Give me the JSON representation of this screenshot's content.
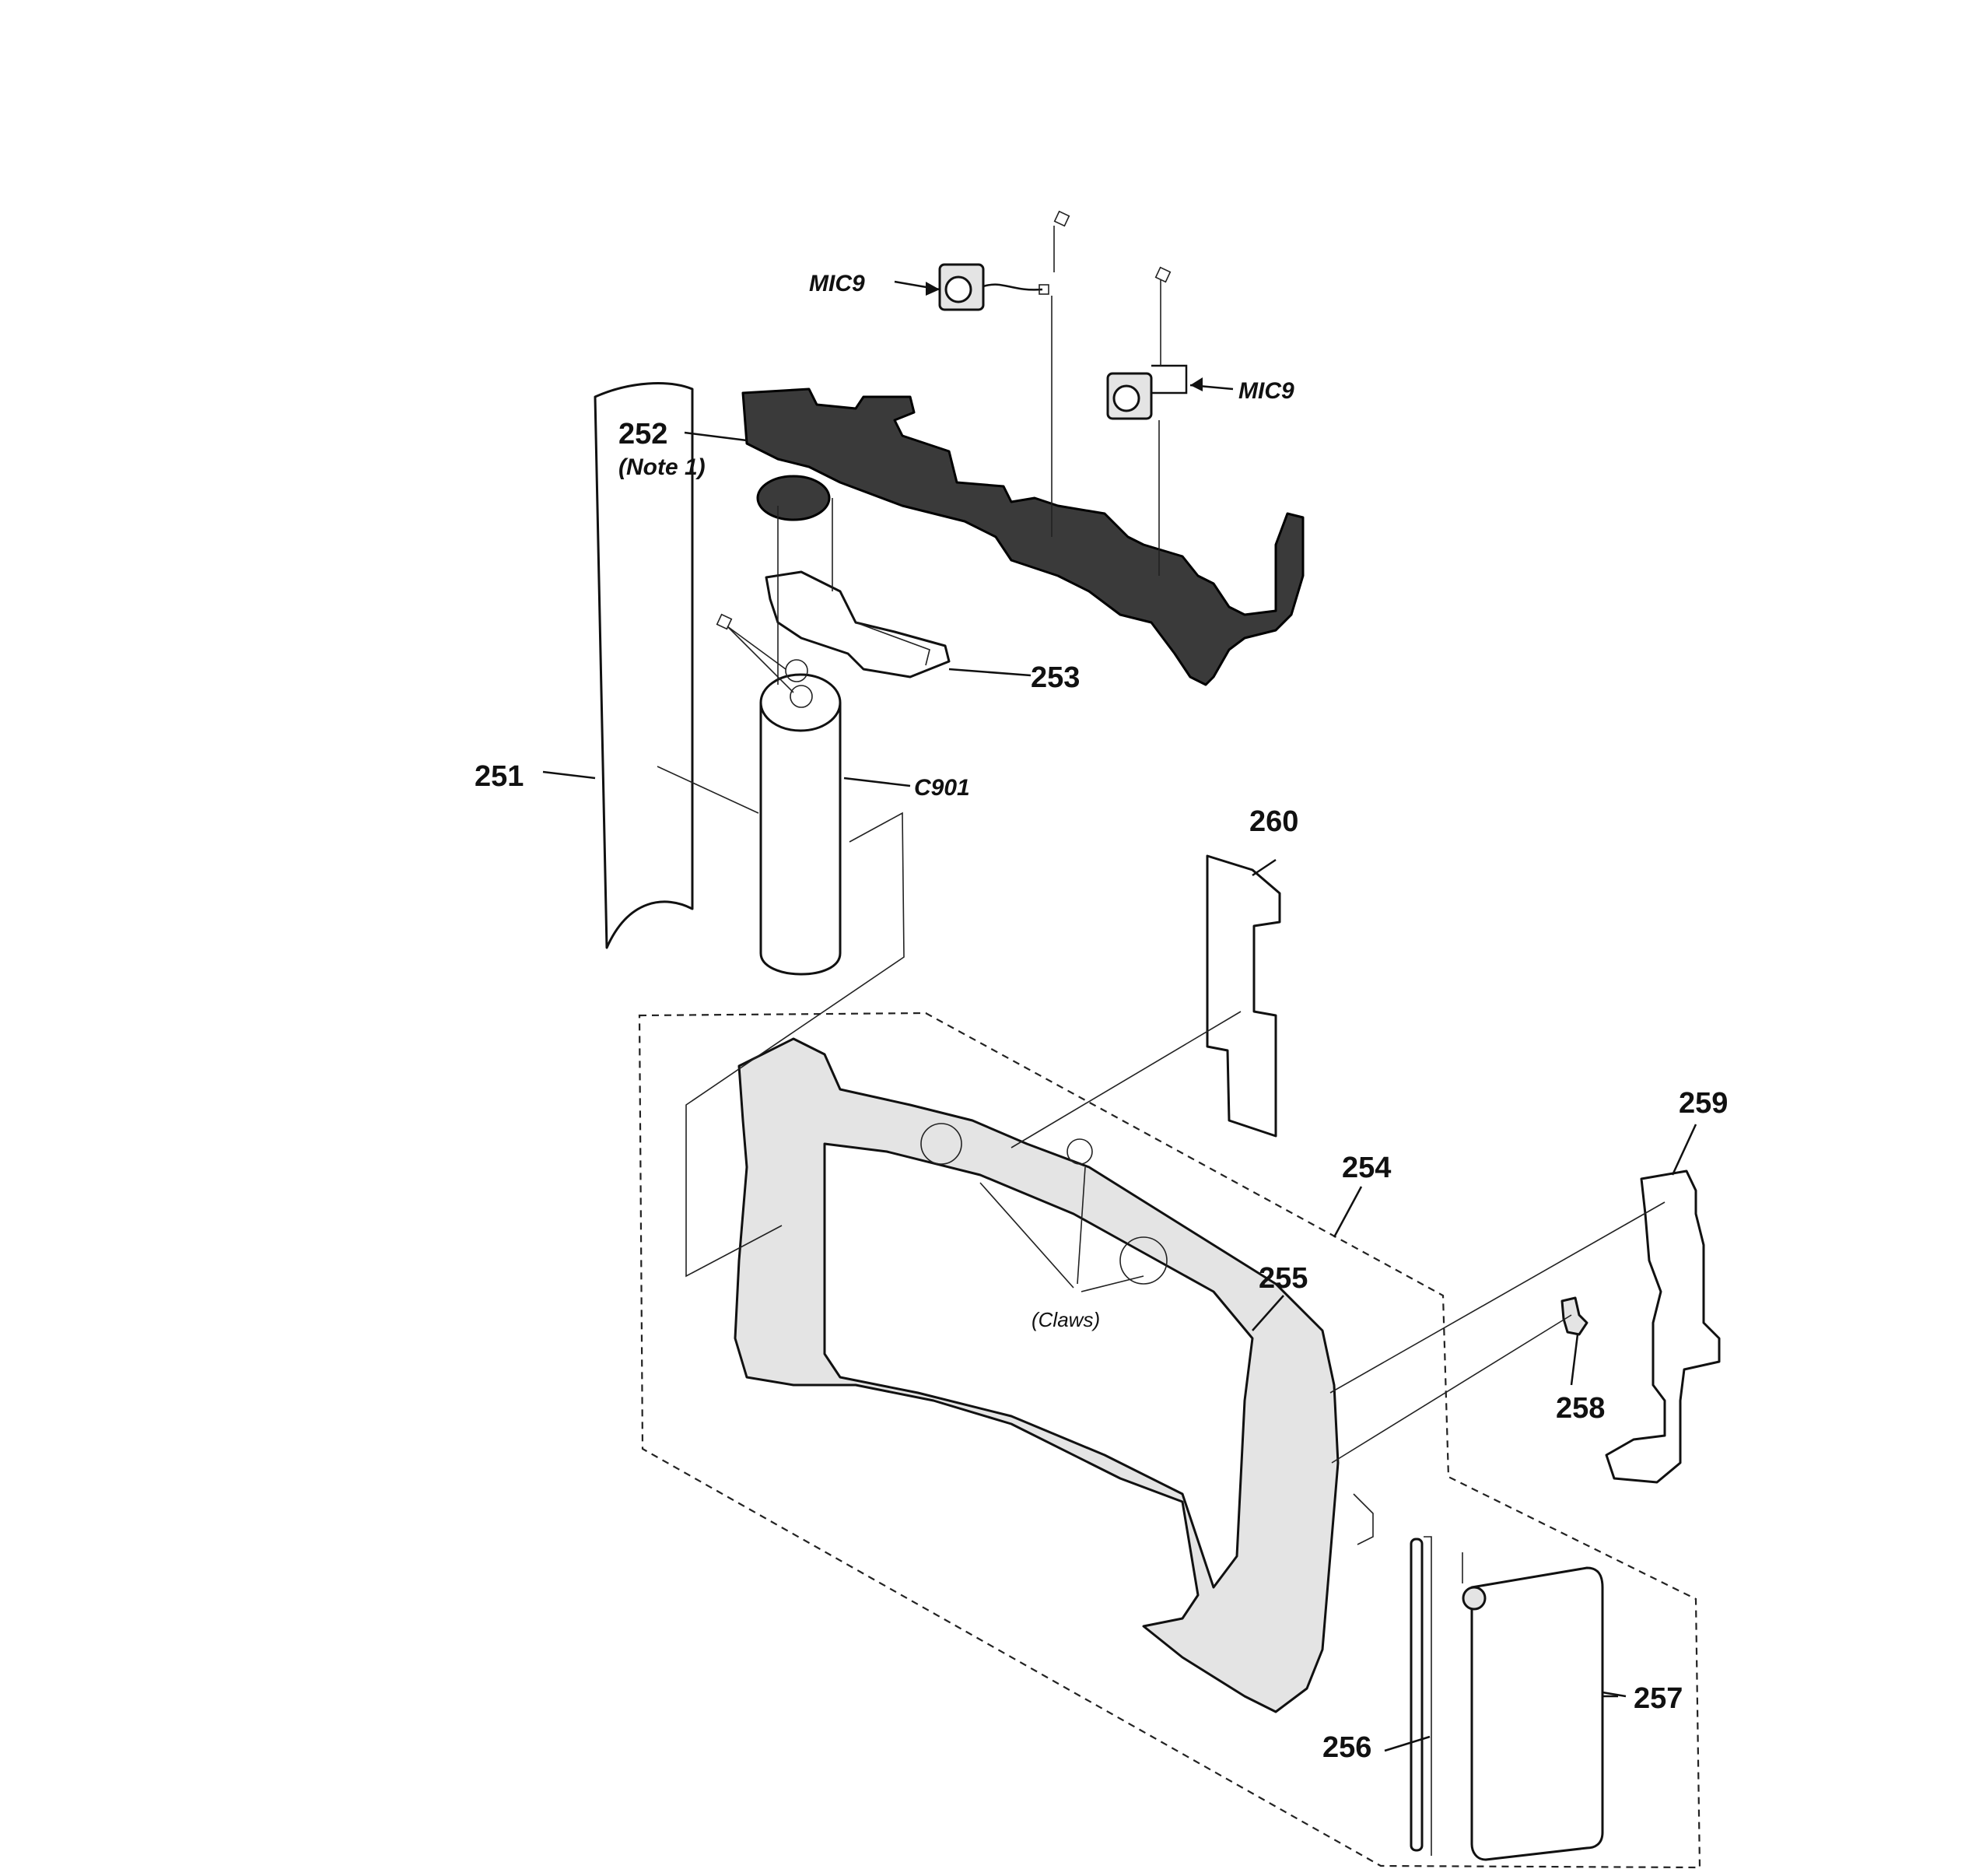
{
  "labels": {
    "p251": "251",
    "p252": "252",
    "note1": "(Note 1)",
    "p253": "253",
    "p254": "254",
    "p255": "255",
    "p256": "256",
    "p257": "257",
    "p258": "258",
    "p259": "259",
    "p260": "260",
    "c901": "C901",
    "mic_left": "MIC9",
    "mic_right": "MIC9",
    "claws": "(Claws)"
  }
}
